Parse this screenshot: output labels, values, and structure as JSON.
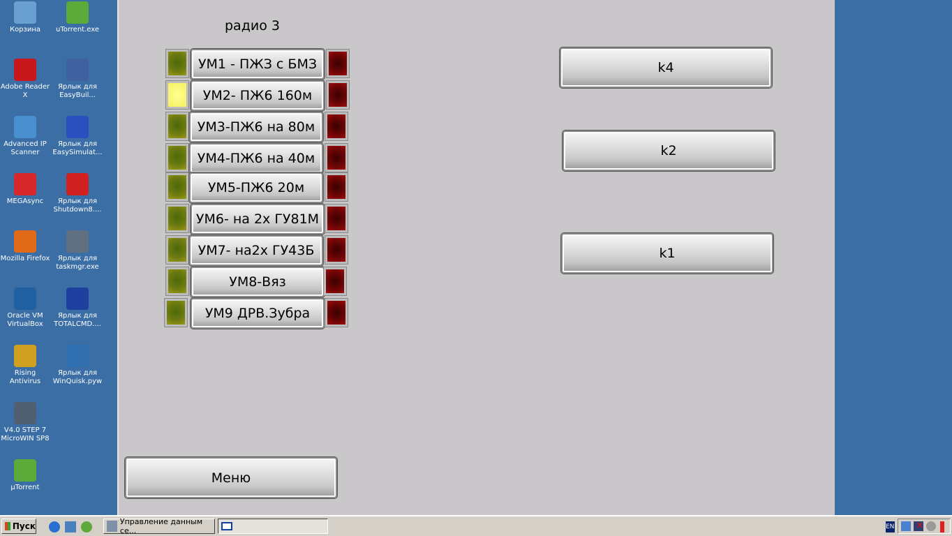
{
  "desktop": [
    {
      "label": "Корзина",
      "icon": "recycle-bin-icon",
      "color": "#6aa0d0"
    },
    {
      "label": "uTorrent.exe",
      "icon": "utorrent-icon",
      "color": "#5caa3a"
    },
    {
      "label": "Adobe Reader X",
      "icon": "adobe-reader-icon",
      "color": "#c8161d"
    },
    {
      "label": "Ярлык для EasyBuil...",
      "icon": "easybuilder-icon",
      "color": "#4060a0"
    },
    {
      "label": "Advanced IP Scanner",
      "icon": "ip-scanner-icon",
      "color": "#4a90d0"
    },
    {
      "label": "Ярлык для EasySimulat...",
      "icon": "easysimulator-icon",
      "color": "#2a50c0"
    },
    {
      "label": "MEGAsync",
      "icon": "megasync-icon",
      "color": "#d9272e"
    },
    {
      "label": "Ярлык для Shutdown8....",
      "icon": "shutdown-icon",
      "color": "#d02020"
    },
    {
      "label": "Mozilla Firefox",
      "icon": "firefox-icon",
      "color": "#e06a18"
    },
    {
      "label": "Ярлык для taskmgr.exe",
      "icon": "taskmgr-icon",
      "color": "#607080"
    },
    {
      "label": "Oracle VM VirtualBox",
      "icon": "virtualbox-icon",
      "color": "#2060a0"
    },
    {
      "label": "Ярлык для TOTALCMD....",
      "icon": "totalcmd-icon",
      "color": "#2040a0"
    },
    {
      "label": "Rising Antivirus",
      "icon": "rising-antivirus-icon",
      "color": "#d0a020"
    },
    {
      "label": "Ярлык для WinQuisk.pyw",
      "icon": "python-icon",
      "color": "#3070b0"
    },
    {
      "label": "V4.0 STEP 7 MicroWIN SP8",
      "icon": "step7-icon",
      "color": "#506070"
    },
    {
      "label": "µTorrent",
      "icon": "utorrent-icon",
      "color": "#5caa3a"
    }
  ],
  "panel": {
    "title": "радио 3",
    "rows": [
      {
        "label": "УМ1 - ПЖЗ с БМЗ",
        "left": "green",
        "right": "red"
      },
      {
        "label": "УМ2- ПЖ6 160м",
        "left": "yellow",
        "right": "red"
      },
      {
        "label": "УМ3-ПЖ6 на 80м",
        "left": "green",
        "right": "red"
      },
      {
        "label": "УМ4-ПЖ6 на 40м",
        "left": "green",
        "right": "red"
      },
      {
        "label": "УМ5-ПЖ6 20м",
        "left": "green",
        "right": "red"
      },
      {
        "label": "УМ6- на 2х ГУ81М",
        "left": "green",
        "right": "red"
      },
      {
        "label": "УМ7- на2х ГУ43Б",
        "left": "green",
        "right": "red"
      },
      {
        "label": "УМ8-Вяз",
        "left": "green",
        "right": "red"
      },
      {
        "label": "УМ9 ДРВ.Зубра",
        "left": "green",
        "right": "red"
      }
    ],
    "k4": "k4",
    "k2": "k2",
    "k1": "k1",
    "menu": "Меню"
  },
  "taskbar": {
    "start": "Пуск",
    "window": "Управление данным се...",
    "lang": "EN"
  }
}
